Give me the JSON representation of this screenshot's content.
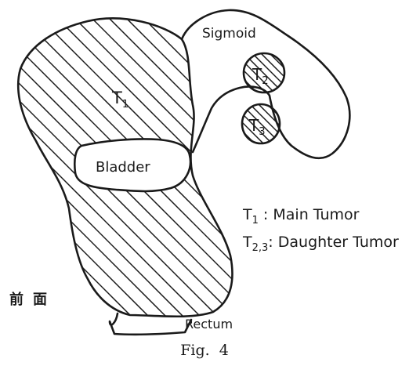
{
  "figure": {
    "labels": {
      "sigmoid": "Sigmoid",
      "bladder": "Bladder",
      "rectum": "Rectum",
      "t1": {
        "letter": "T",
        "sub": "1"
      },
      "t2": {
        "letter": "T",
        "sub": "2"
      },
      "t3": {
        "letter": "T",
        "sub": "3"
      }
    },
    "legend": [
      {
        "letter": "T",
        "sub": "1",
        "sep": " : ",
        "text": "Main Tumor"
      },
      {
        "letter": "T",
        "sub": "2,3",
        "sep": ": ",
        "text": "Daughter Tumor"
      }
    ],
    "view_label": "前面",
    "caption": {
      "prefix": "Fig.",
      "number": "4"
    }
  }
}
